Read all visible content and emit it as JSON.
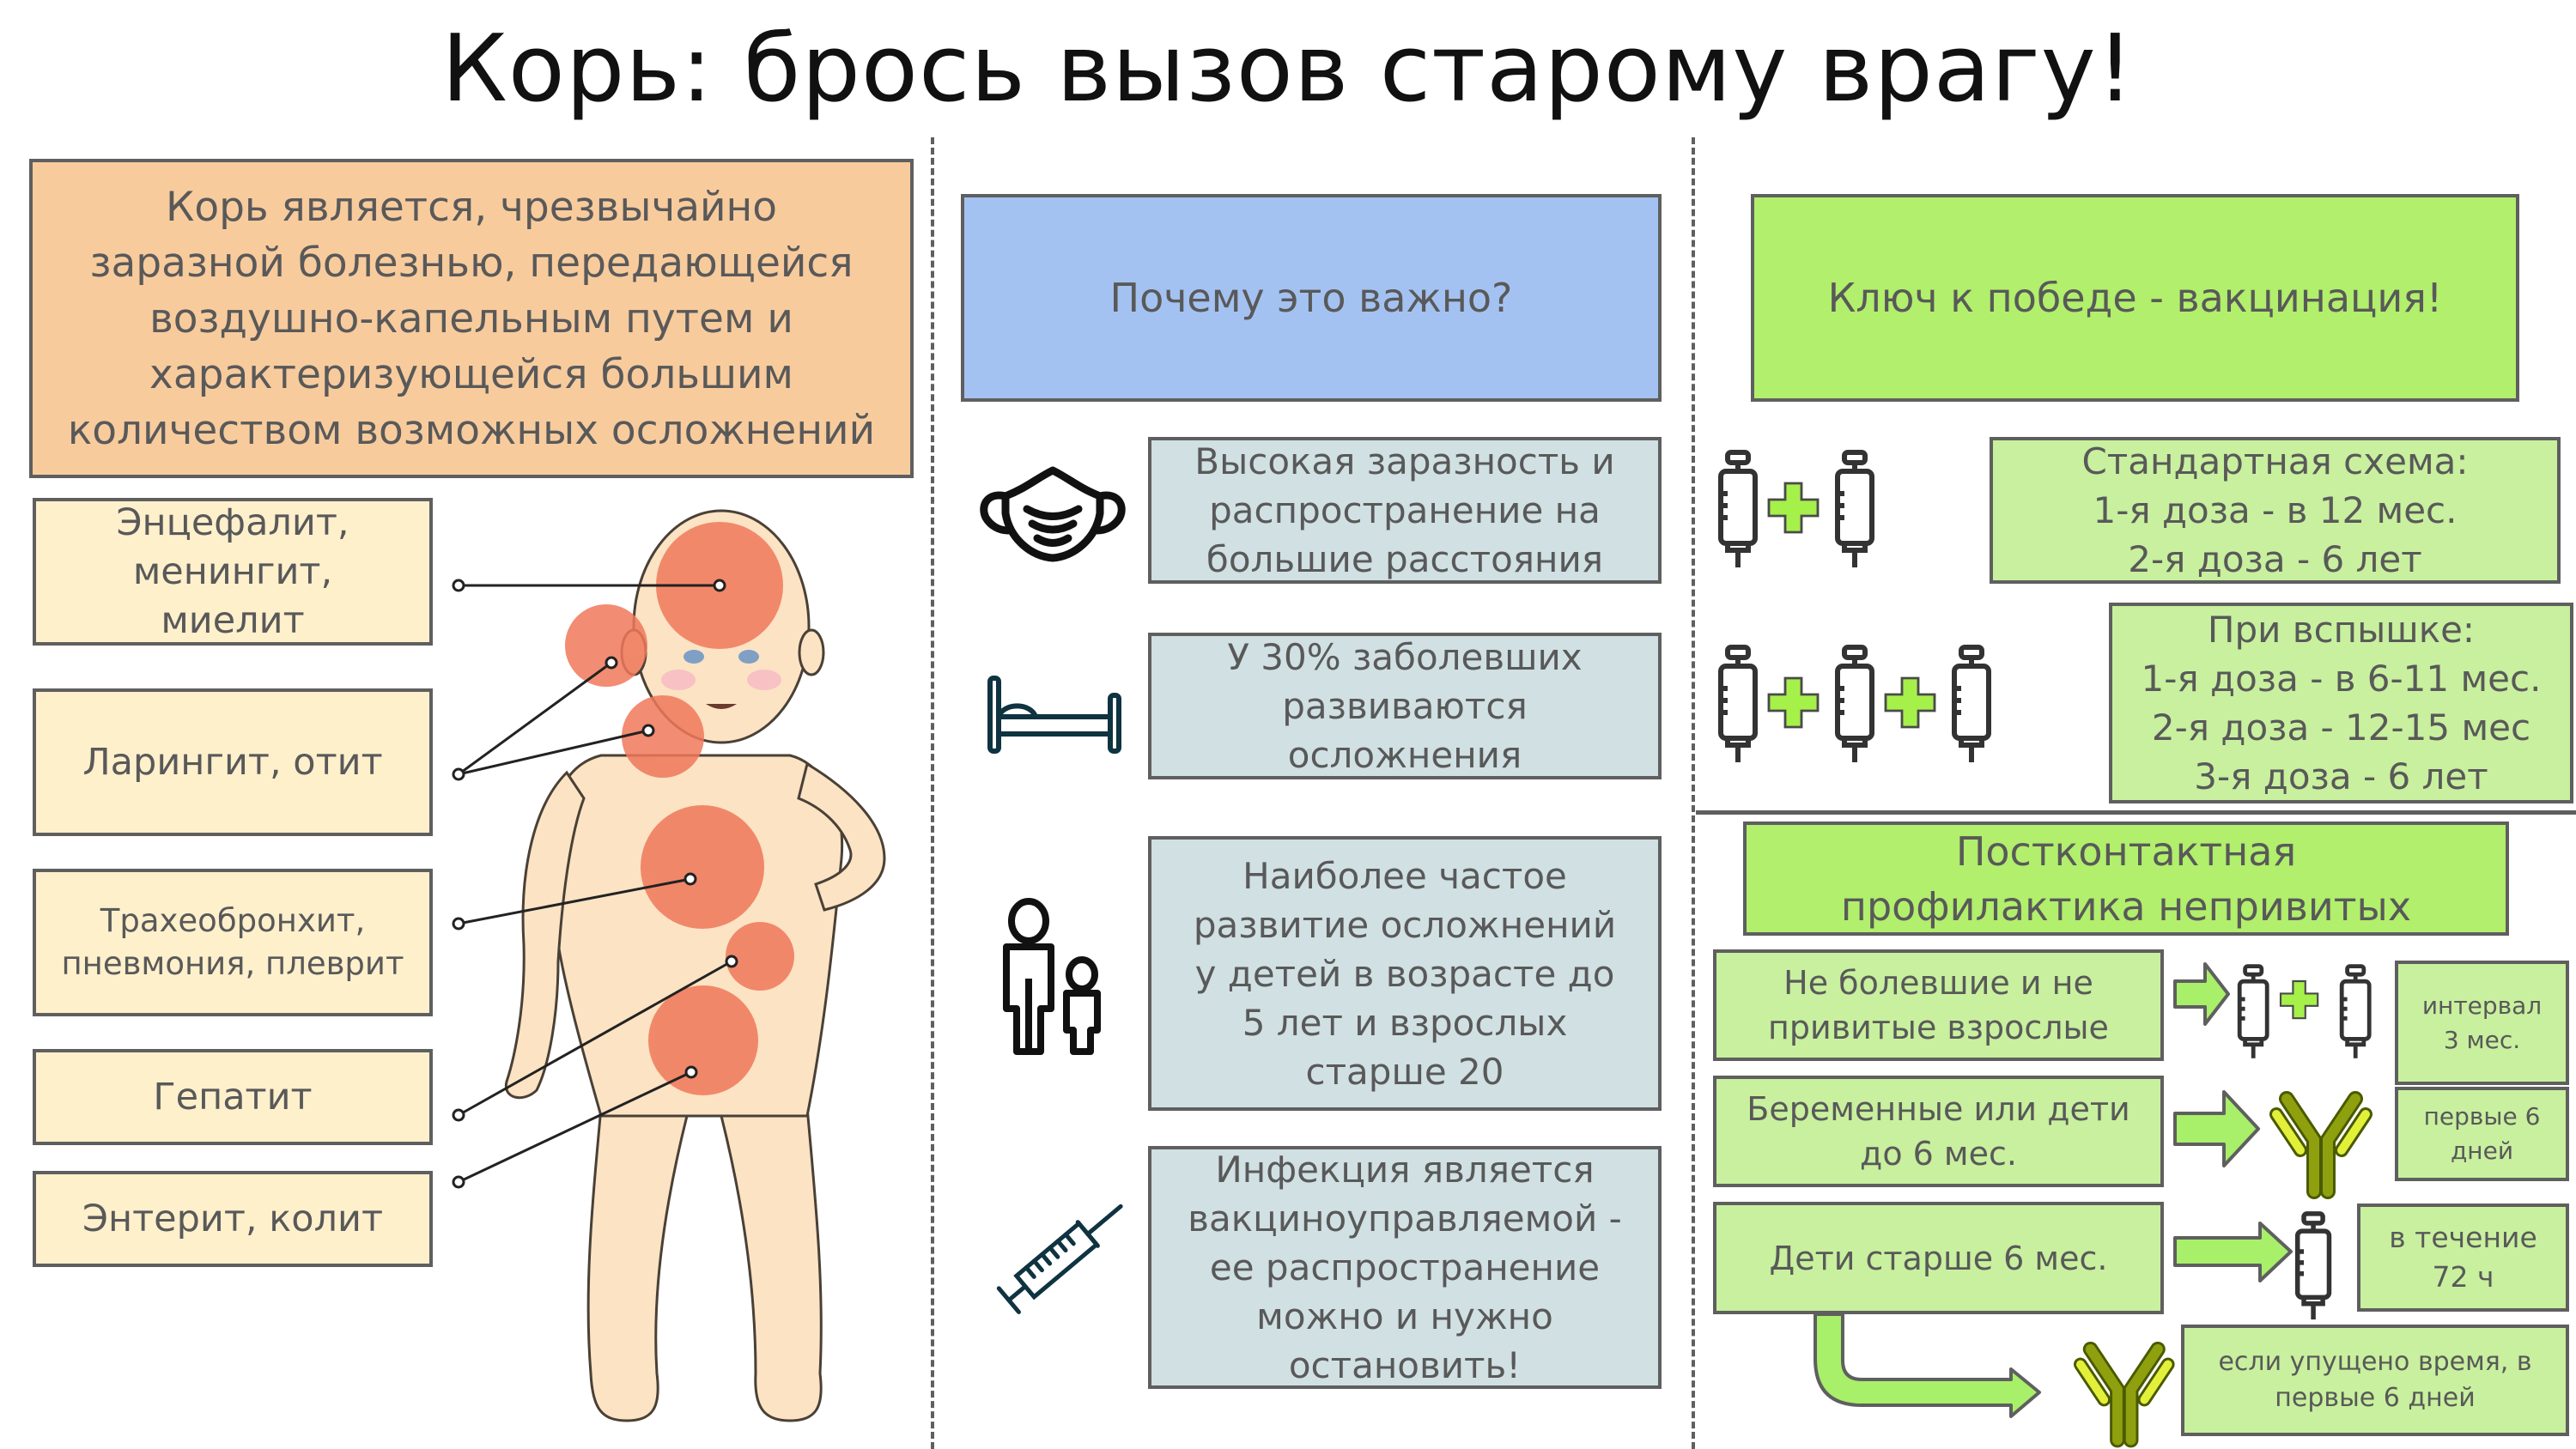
{
  "title": "Корь: брось вызов старому врагу!",
  "left": {
    "intro": "Корь является, чрезвычайно\nзаразной болезнью, передающейся\nвоздушно-капельным путем и\nхарактеризующейся большим\nколичеством возможных осложнений",
    "complications": [
      {
        "label": "Энцефалит,\nменингит,\nмиелит",
        "organ": "brain"
      },
      {
        "label": "Ларингит, отит",
        "organ": "ear-and-larynx"
      },
      {
        "label": "Трахеобронхит,\nпневмония, плеврит",
        "organ": "lungs"
      },
      {
        "label": "Гепатит",
        "organ": "liver"
      },
      {
        "label": "Энтерит, колит",
        "organ": "intestines"
      }
    ]
  },
  "middle": {
    "header": "Почему это важно?",
    "reasons": [
      {
        "icon": "face-mask-icon",
        "text": "Высокая заразность и\nраспространение на\nбольшие расстояния"
      },
      {
        "icon": "bed-icon",
        "text": "У 30% заболевших\nразвиваются\nосложнения"
      },
      {
        "icon": "adult-and-child-icon",
        "text": "Наиболее частое\nразвитие осложнений\nу детей в возрасте до\n5 лет и взрослых\nстарше 20"
      },
      {
        "icon": "syringe-icon",
        "text": "Инфекция является\nвакциноуправляемой -\nее распространение\nможно и нужно\nостановить!"
      }
    ]
  },
  "right": {
    "header": "Ключ к победе - вакцинация!",
    "standard": {
      "title": "Стандартная схема:",
      "lines": "1-я доза - в 12 мес.\n2-я доза - 6 лет",
      "doses": 2
    },
    "outbreak": {
      "title": "При вспышке:",
      "lines": "1-я доза - в 6-11 мес.\n2-я доза - 12-15 мес\n3-я доза - 6 лет",
      "doses": 3
    },
    "postexposure": {
      "header": "Постконтактная\nпрофилактика непривитых",
      "rows": [
        {
          "group": "Не болевшие и не\nпривитые взрослые",
          "action": "two-doses",
          "note": "интервал\n3 мес."
        },
        {
          "group": "Беременные или дети\nдо 6 мес.",
          "action": "immunoglobulin",
          "note": "первые 6\nдней"
        },
        {
          "group": "Дети старше 6 мес.",
          "action": "one-dose",
          "note": "в течение\n72 ч"
        }
      ],
      "fallback": {
        "action": "immunoglobulin",
        "note": "если упущено время, в\nпервые 6 дней"
      }
    }
  },
  "colors": {
    "intro_bg": "#f8cb9d",
    "complication_bg": "#fff0cc",
    "why_header_bg": "#a4c2f1",
    "reason_bg": "#d0e0e3",
    "vaccine_header_bg": "#b1ef6c",
    "vaccine_box_bg": "#c8f09e",
    "plus_green": "#a6f04a",
    "inflammation": "#f0785a"
  }
}
